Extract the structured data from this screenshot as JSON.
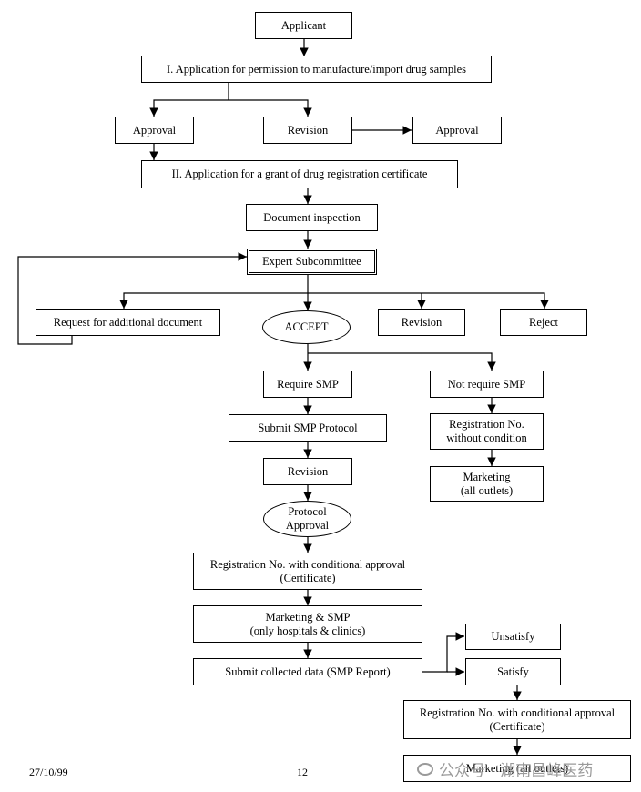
{
  "nodes": {
    "applicant": "Applicant",
    "app1": "I. Application for permission to manufacture/import drug samples",
    "approval_left": "Approval",
    "revision_top": "Revision",
    "approval_right": "Approval",
    "app2": "II. Application for a grant of drug registration certificate",
    "doc_inspection": "Document inspection",
    "expert": "Expert Subcommittee",
    "request_doc": "Request for additional document",
    "accept": "ACCEPT",
    "revision_mid": "Revision",
    "reject": "Reject",
    "require_smp": "Require SMP",
    "not_require_smp": "Not require SMP",
    "submit_smp": "Submit SMP Protocol",
    "reg_no_uncond": "Registration No.\nwithout condition",
    "revision_low": "Revision",
    "marketing_all": "Marketing\n(all outlets)",
    "protocol_approval": "Protocol\nApproval",
    "reg_cond": "Registration No. with conditional approval\n(Certificate)",
    "marketing_smp": "Marketing & SMP\n(only hospitals & clinics)",
    "submit_collected": "Submit collected data (SMP Report)",
    "unsatisfy": "Unsatisfy",
    "satisfy": "Satisfy",
    "reg_cond2": "Registration No. with conditional approval\n(Certificate)",
    "marketing_final": "Marketing (all outlets)"
  },
  "footer": {
    "date": "27/10/99",
    "page": "12"
  },
  "watermark": {
    "text": "公众号 · 湖南昌峰医药"
  }
}
